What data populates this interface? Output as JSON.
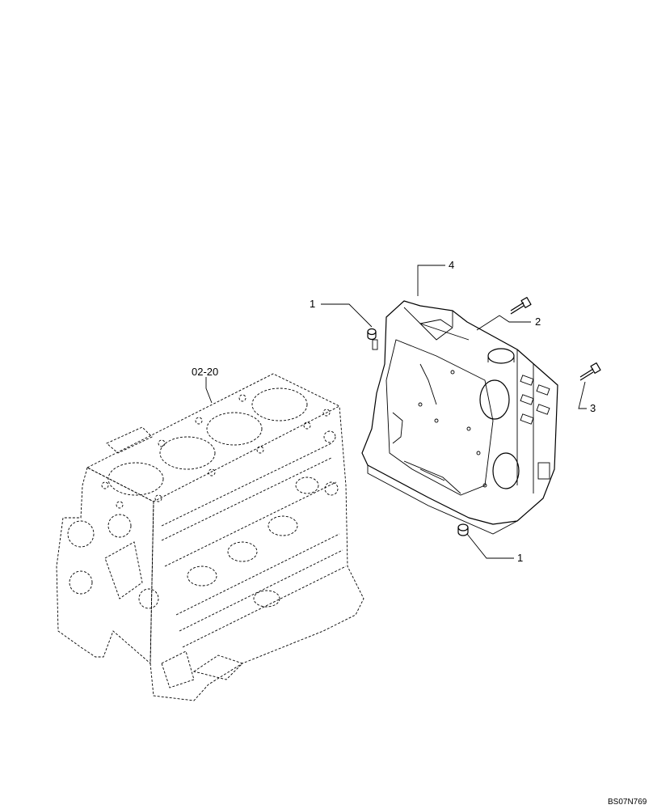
{
  "callouts": {
    "block_ref": "02-20",
    "part_1_top": "1",
    "part_1_bottom": "1",
    "part_2": "2",
    "part_3": "3",
    "part_4": "4"
  },
  "drawing_ref": "BS07N769"
}
